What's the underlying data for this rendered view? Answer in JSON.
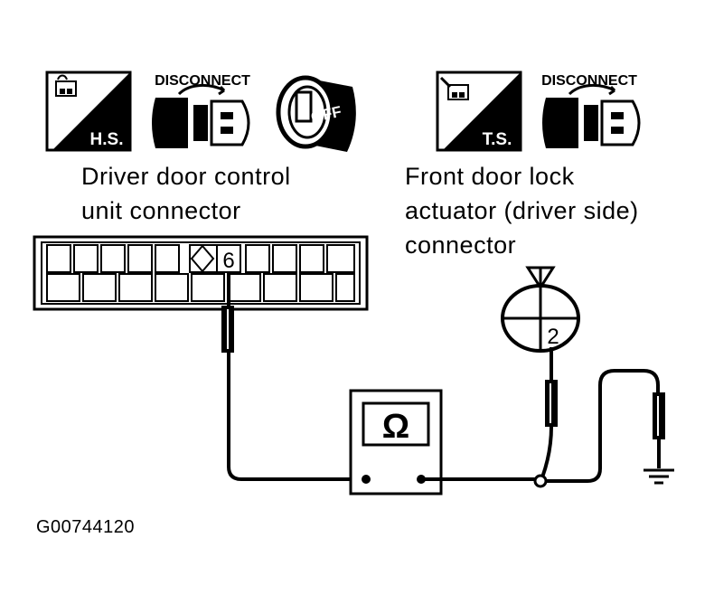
{
  "icons": {
    "hs_badge": "H.S.",
    "ts_badge": "T.S.",
    "disconnect_left": "DISCONNECT",
    "disconnect_right": "DISCONNECT",
    "ignition_key": "OFF",
    "meter_symbol": "Ω"
  },
  "labels": {
    "driver_connector_line1": "Driver door control",
    "driver_connector_line2": "unit connector",
    "actuator_line1": "Front door lock",
    "actuator_line2": "actuator (driver side)",
    "actuator_line3": "connector"
  },
  "terminals": {
    "driver_pin": "6",
    "actuator_pin": "2"
  },
  "figure_id": "G00744120",
  "colors": {
    "ink": "#000000",
    "paper": "#ffffff"
  }
}
